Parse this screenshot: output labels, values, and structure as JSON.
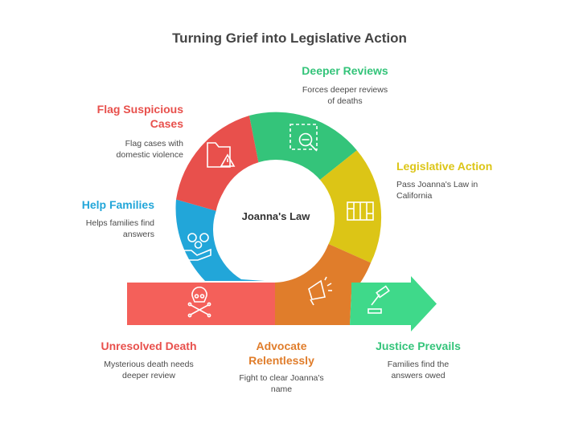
{
  "title": "Turning Grief into Legislative Action",
  "center": "Joanna's Law",
  "colors": {
    "red": "#e8504c",
    "blue": "#22a6d9",
    "green": "#34c47a",
    "yellow": "#dcc516",
    "orange": "#e07d2b",
    "bright_green": "#3fd98a",
    "coral": "#f4605a"
  },
  "stages": {
    "deeper_reviews": {
      "title": "Deeper Reviews",
      "desc_lines": [
        "Forces deeper reviews",
        "of deaths"
      ],
      "icon": "magnifier-icon"
    },
    "flag": {
      "title_lines": [
        "Flag Suspicious",
        "Cases"
      ],
      "desc_lines": [
        "Flag cases with",
        "domestic violence"
      ],
      "icon": "folder-warning-icon"
    },
    "legislative": {
      "title": "Legislative Action",
      "desc_lines": [
        "Pass Joanna's Law in",
        "California"
      ],
      "icon": "court-icon"
    },
    "help": {
      "title": "Help Families",
      "desc_lines": [
        "Helps families find",
        "answers"
      ],
      "icon": "family-hands-icon"
    },
    "unresolved": {
      "title": "Unresolved Death",
      "desc_lines": [
        "Mysterious death needs",
        "deeper review"
      ],
      "icon": "skull-crossbones-icon"
    },
    "advocate": {
      "title_lines": [
        "Advocate",
        "Relentlessly"
      ],
      "desc_lines": [
        "Fight to clear Joanna's",
        "name"
      ],
      "icon": "megaphone-icon"
    },
    "justice": {
      "title": "Justice Prevails",
      "desc_lines": [
        "Families find the",
        "answers owed"
      ],
      "icon": "gavel-icon"
    }
  }
}
